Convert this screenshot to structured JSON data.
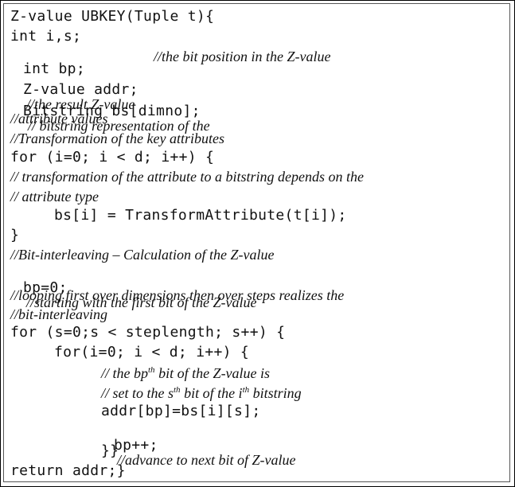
{
  "code": {
    "l1": "Z-value UBKEY(Tuple t){",
    "l2": "int i,s;",
    "l3_code": "int bp;",
    "l3_comment": "//the bit position in the Z-value",
    "l4_code": "Z-value addr;",
    "l4_comment": "//the result Z-value",
    "l5_code": "Bitstring bs[dimno];",
    "l5_comment": "// bitstring representation of the",
    "l6_comment": "//attribute values",
    "l7_comment": "//Transformation of the key attributes",
    "l8": "for (i=0; i < d; i++) {",
    "l9_comment": "// transformation of the attribute to a bitstring depends on the",
    "l10_comment": "// attribute type",
    "l11": "bs[i] = TransformAttribute(t[i]);",
    "l12": "}",
    "l13_comment": "//Bit-interleaving – Calculation of the Z-value",
    "l14_code": "bp=0;",
    "l14_comment": "//starting with the first bit of the Z-value",
    "l15_comment": "//looping first over dimensions then over steps realizes the",
    "l16_comment": "//bit-interleaving",
    "l17": "for (s=0;s < steplength; s++) {",
    "l18": "for(i=0; i < d; i++) {",
    "l19_a": "// the bp",
    "l19_sup": "th",
    "l19_b": " bit of the Z-value is",
    "l20_a": "// set to the s",
    "l20_sup1": "th",
    "l20_b": " bit of the i",
    "l20_sup2": "th",
    "l20_c": " bitstring",
    "l21": "addr[bp]=bs[i][s];",
    "l22_code": "bp++;",
    "l22_comment": "//advance to next bit of Z-value",
    "l23": "}}",
    "l24": "return addr;}"
  }
}
